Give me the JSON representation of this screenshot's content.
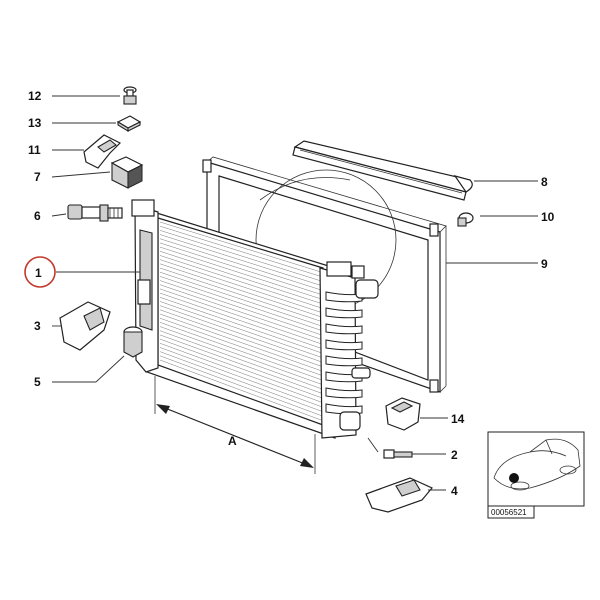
{
  "callouts": [
    {
      "id": "12",
      "label": "12",
      "highlighted": false
    },
    {
      "id": "13",
      "label": "13",
      "highlighted": false
    },
    {
      "id": "11",
      "label": "11",
      "highlighted": false
    },
    {
      "id": "7",
      "label": "7",
      "highlighted": false
    },
    {
      "id": "6",
      "label": "6",
      "highlighted": false
    },
    {
      "id": "1",
      "label": "1",
      "highlighted": true
    },
    {
      "id": "3",
      "label": "3",
      "highlighted": false
    },
    {
      "id": "5",
      "label": "5",
      "highlighted": false
    },
    {
      "id": "8",
      "label": "8",
      "highlighted": false
    },
    {
      "id": "10",
      "label": "10",
      "highlighted": false
    },
    {
      "id": "9",
      "label": "9",
      "highlighted": false
    },
    {
      "id": "14",
      "label": "14",
      "highlighted": false
    },
    {
      "id": "2",
      "label": "2",
      "highlighted": false
    },
    {
      "id": "4",
      "label": "4",
      "highlighted": false
    }
  ],
  "dimension_label": "A",
  "inset": {
    "code": "00056521"
  },
  "colors": {
    "highlight_circle": "#c0392b",
    "line": "#222222"
  }
}
